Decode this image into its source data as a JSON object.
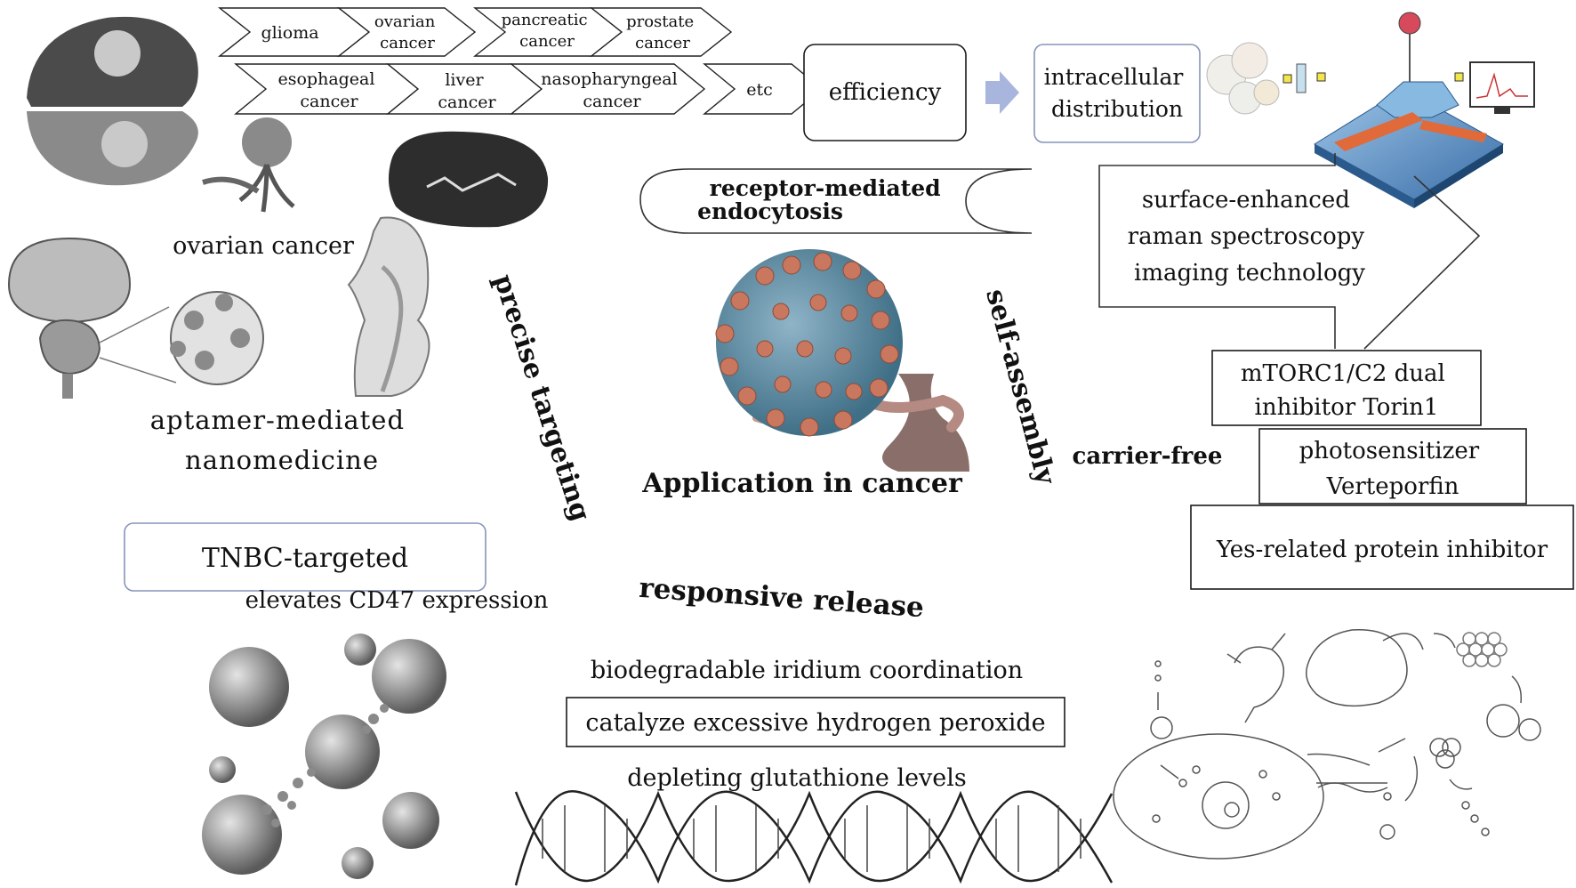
{
  "cancer_types": [
    "glioma",
    "ovarian cancer",
    "pancreatic cancer",
    "prostate cancer",
    "esophageal cancer",
    "liver cancer",
    "nasopharyngeal cancer",
    "etc"
  ],
  "flow": {
    "efficiency": "efficiency",
    "intracellular_distribution": "intracellular distribution"
  },
  "labels": {
    "ovarian_cancer": "ovarian cancer",
    "receptor_mediated": "receptor-mediated endocytosis",
    "aptamer_nanomedicine": "aptamer-mediated nanomedicine",
    "precise_targeting": "precise targeting",
    "self_assembly": "self-assembly",
    "application_in_cancer": "Application in cancer",
    "carrier_free": "carrier-free",
    "tnbc_targeted": "TNBC-targeted",
    "elevates_cd47": "elevates CD47 expression",
    "responsive_release": "responsive release",
    "biodegradable_iridium": "biodegradable iridium coordination",
    "catalyze_h2o2": "catalyze excessive hydrogen peroxide",
    "depleting_glutathione": "depleting glutathione levels"
  },
  "sers": {
    "text": "surface-enhanced raman spectroscopy imaging technology"
  },
  "stack": {
    "torin": "mTORC1/C2 dual inhibitor Torin1",
    "verteporfin": "photosensitizer Verteporfin",
    "yap": "Yes-related protein inhibitor"
  }
}
